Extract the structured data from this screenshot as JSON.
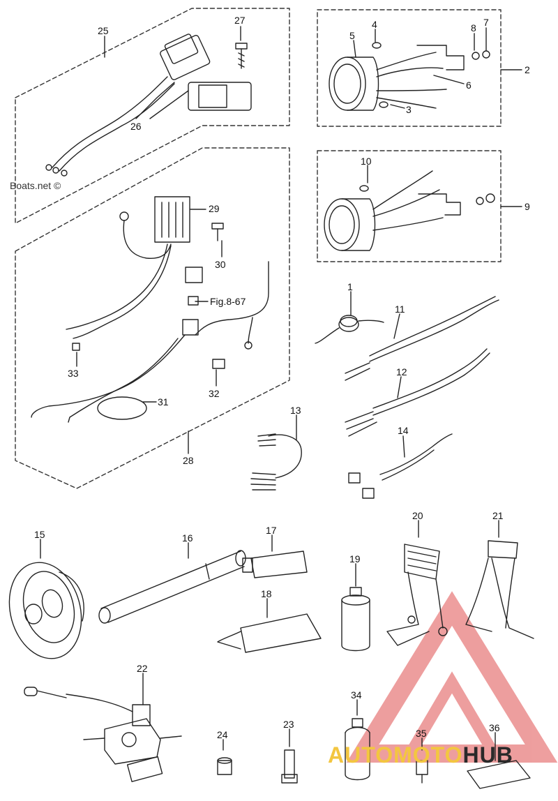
{
  "labels": [
    {
      "id": "25",
      "text": "25"
    },
    {
      "id": "27",
      "text": "27"
    },
    {
      "id": "26",
      "text": "26"
    },
    {
      "id": "4",
      "text": "4"
    },
    {
      "id": "5",
      "text": "5"
    },
    {
      "id": "8",
      "text": "8"
    },
    {
      "id": "7",
      "text": "7"
    },
    {
      "id": "2",
      "text": "2"
    },
    {
      "id": "6",
      "text": "6"
    },
    {
      "id": "3",
      "text": "3"
    },
    {
      "id": "10",
      "text": "10"
    },
    {
      "id": "9",
      "text": "9"
    },
    {
      "id": "29",
      "text": "29"
    },
    {
      "id": "30",
      "text": "30"
    },
    {
      "id": "fig",
      "text": "Fig.8-67"
    },
    {
      "id": "33",
      "text": "33"
    },
    {
      "id": "32",
      "text": "32"
    },
    {
      "id": "31",
      "text": "31"
    },
    {
      "id": "28",
      "text": "28"
    },
    {
      "id": "1",
      "text": "1"
    },
    {
      "id": "11",
      "text": "11"
    },
    {
      "id": "12",
      "text": "12"
    },
    {
      "id": "13",
      "text": "13"
    },
    {
      "id": "14",
      "text": "14"
    },
    {
      "id": "15",
      "text": "15"
    },
    {
      "id": "16",
      "text": "16"
    },
    {
      "id": "17",
      "text": "17"
    },
    {
      "id": "18",
      "text": "18"
    },
    {
      "id": "19",
      "text": "19"
    },
    {
      "id": "20",
      "text": "20"
    },
    {
      "id": "21",
      "text": "21"
    },
    {
      "id": "22",
      "text": "22"
    },
    {
      "id": "24",
      "text": "24"
    },
    {
      "id": "23",
      "text": "23"
    },
    {
      "id": "34",
      "text": "34"
    },
    {
      "id": "35",
      "text": "35"
    },
    {
      "id": "36",
      "text": "36"
    }
  ],
  "watermark": "Boats.net ©",
  "brand": {
    "part1": "AUTOMOTO",
    "part2": "HUB"
  },
  "colors": {
    "line": "#222222",
    "dash": "#333333",
    "logo_red": "#e05050",
    "logo_yellow": "#f3c640"
  }
}
